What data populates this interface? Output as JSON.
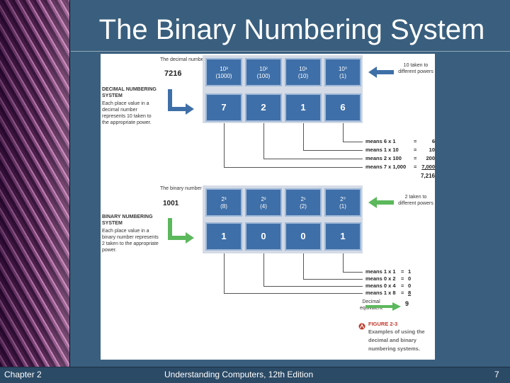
{
  "slide": {
    "title": "The Binary Numbering System",
    "footer_left": "Chapter 2",
    "footer_center": "Understanding Computers, 12th Edition",
    "page_number": "7"
  },
  "figure": {
    "decimal": {
      "number_label": "The decimal number",
      "number": "7216",
      "heading": "DECIMAL NUMBERING SYSTEM",
      "description": "Each place value in a decimal number represents 10 taken to the appropriate power.",
      "powers_note": "10 taken to different powers",
      "places": [
        {
          "power": "10³",
          "value": "(1000)",
          "digit": "7"
        },
        {
          "power": "10²",
          "value": "(100)",
          "digit": "2"
        },
        {
          "power": "10¹",
          "value": "(10)",
          "digit": "1"
        },
        {
          "power": "10⁰",
          "value": "(1)",
          "digit": "6"
        }
      ],
      "means": [
        {
          "text": "means 6 x 1",
          "eq": "=",
          "result": "6"
        },
        {
          "text": "means 1 x 10",
          "eq": "=",
          "result": "10"
        },
        {
          "text": "means 2 x 100",
          "eq": "=",
          "result": "200"
        },
        {
          "text": "means 7 x 1,000",
          "eq": "=",
          "result": "7,000"
        }
      ],
      "total": "7,216"
    },
    "binary": {
      "number_label": "The binary number",
      "number": "1001",
      "heading": "BINARY NUMBERING SYSTEM",
      "description": "Each place value in a binary number represents 2 taken to the appropriate power.",
      "powers_note": "2 taken to different powers",
      "places": [
        {
          "power": "2³",
          "value": "(8)",
          "digit": "1"
        },
        {
          "power": "2²",
          "value": "(4)",
          "digit": "0"
        },
        {
          "power": "2¹",
          "value": "(2)",
          "digit": "0"
        },
        {
          "power": "2⁰",
          "value": "(1)",
          "digit": "1"
        }
      ],
      "means": [
        {
          "text": "means 1 x 1",
          "eq": "=",
          "result": "1"
        },
        {
          "text": "means 0 x 2",
          "eq": "=",
          "result": "0"
        },
        {
          "text": "means 0 x 4",
          "eq": "=",
          "result": "0"
        },
        {
          "text": "means 1 x 8",
          "eq": "=",
          "result": "8"
        }
      ],
      "decimal_equivalent_label": "Decimal equivalent",
      "decimal_equivalent": "9"
    },
    "caption": {
      "label": "FIGURE 2-3",
      "text": "Examples of using the decimal and binary numbering systems."
    },
    "colors": {
      "blue": "#3f6fa8",
      "green": "#5cb85c",
      "accent_red": "#c0392b"
    }
  }
}
